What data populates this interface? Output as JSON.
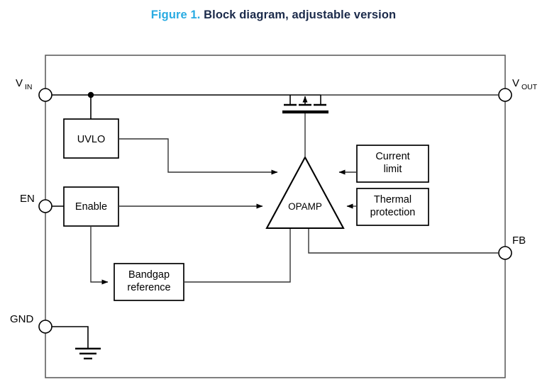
{
  "figure": {
    "number": "Figure 1.",
    "title": "Block diagram, adjustable version",
    "number_color": "#29abe2",
    "title_color": "#1b2a4a"
  },
  "pins": {
    "vin": {
      "base": "V",
      "sub": "IN"
    },
    "en": {
      "base": "EN",
      "sub": ""
    },
    "gnd": {
      "base": "GND",
      "sub": ""
    },
    "vout": {
      "base": "V",
      "sub": "OUT"
    },
    "fb": {
      "base": "FB",
      "sub": ""
    }
  },
  "blocks": {
    "uvlo": {
      "label": "UVLO"
    },
    "enable": {
      "label": "Enable"
    },
    "bandgap": {
      "line1": "Bandgap",
      "line2": "reference"
    },
    "current_limit": {
      "line1": "Current",
      "line2": "limit"
    },
    "thermal": {
      "line1": "Thermal",
      "line2": "protection"
    },
    "opamp": {
      "label": "OPAMP"
    }
  },
  "symbols": {
    "pass_transistor": "mosfet-symbol",
    "ground": "ground-symbol"
  },
  "colors": {
    "wire": "#333333",
    "block_outline": "#000000",
    "package_border": "#555555",
    "background": "#ffffff"
  }
}
